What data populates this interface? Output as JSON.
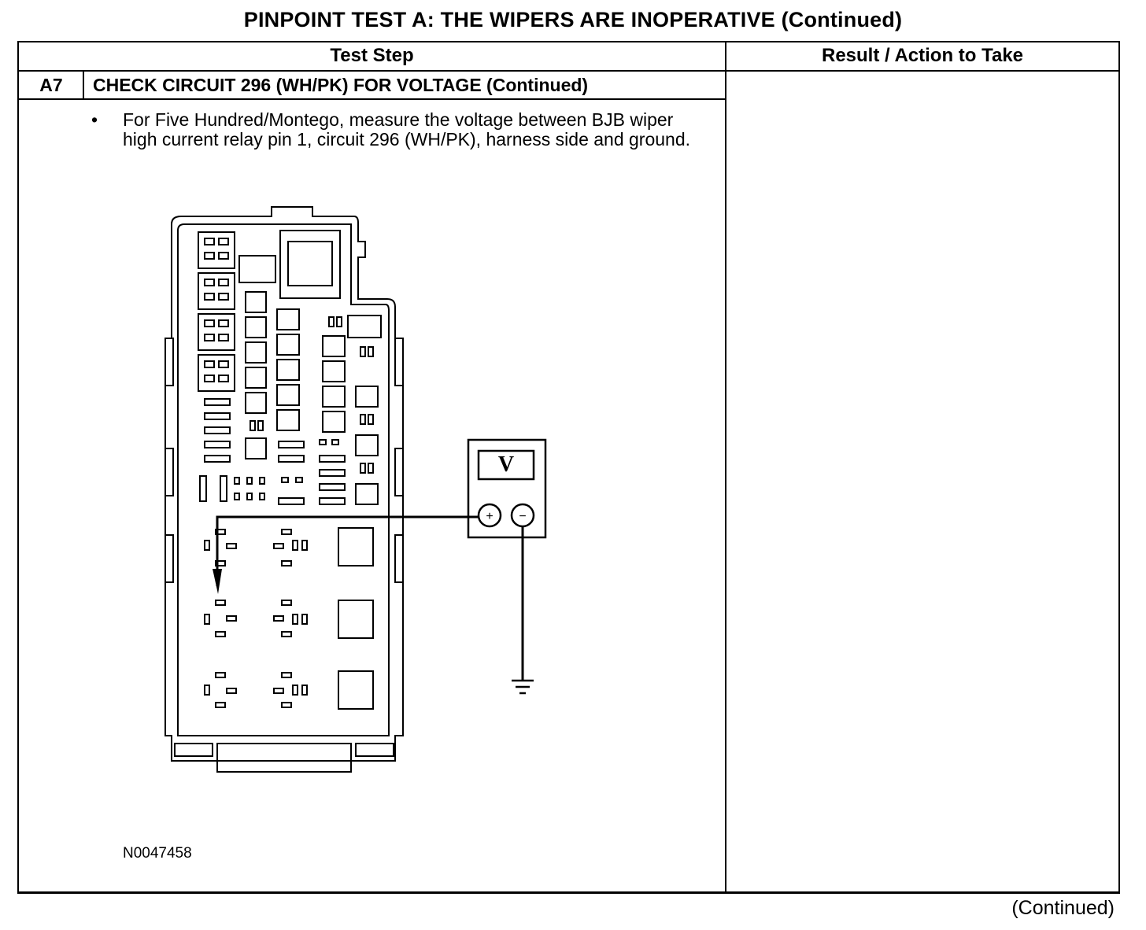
{
  "page": {
    "title": "PINPOINT TEST  A: THE WIPERS ARE INOPERATIVE (Continued)",
    "footer_continued": "(Continued)"
  },
  "table": {
    "headers": [
      "Test Step",
      "Result / Action to Take"
    ],
    "step": {
      "id": "A7",
      "title": "CHECK CIRCUIT 296 (WH/PK) FOR VOLTAGE (Continued)",
      "bullet_symbol": "•",
      "bullet_text": "For Five Hundred/Montego, measure the voltage between BJB wiper high current relay pin 1, circuit 296 (WH/PK), harness side and ground.",
      "figure_id": "N0047458"
    },
    "result_text": ""
  },
  "diagram": {
    "meter_display": "V",
    "positive_terminal": "+",
    "negative_terminal": "−"
  }
}
